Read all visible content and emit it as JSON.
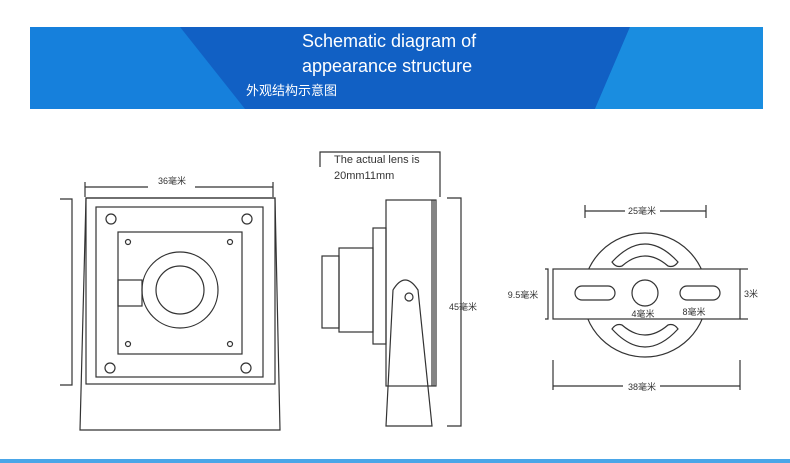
{
  "colors": {
    "banner": "#1a8de0",
    "banner_dark": "#1160c4",
    "banner_text": "#ffffff",
    "line": "#333333",
    "bottom_bar": "#4aa6e8"
  },
  "banner": {
    "title_line1": "Schematic diagram of",
    "title_line2": "appearance structure",
    "subtitle": "外观结构示意图"
  },
  "views": {
    "front": {
      "width_label": "36毫米"
    },
    "side": {
      "lens_note_line1": "The actual lens is",
      "lens_note_line2": "20mm11mm",
      "height_label": "45毫米"
    },
    "bracket": {
      "outer_label": "25毫米",
      "hole_label": "9.5毫米",
      "slot_label": "3米",
      "center_label": "4毫米",
      "spacing_label": "8毫米",
      "base_label": "38毫米"
    }
  }
}
